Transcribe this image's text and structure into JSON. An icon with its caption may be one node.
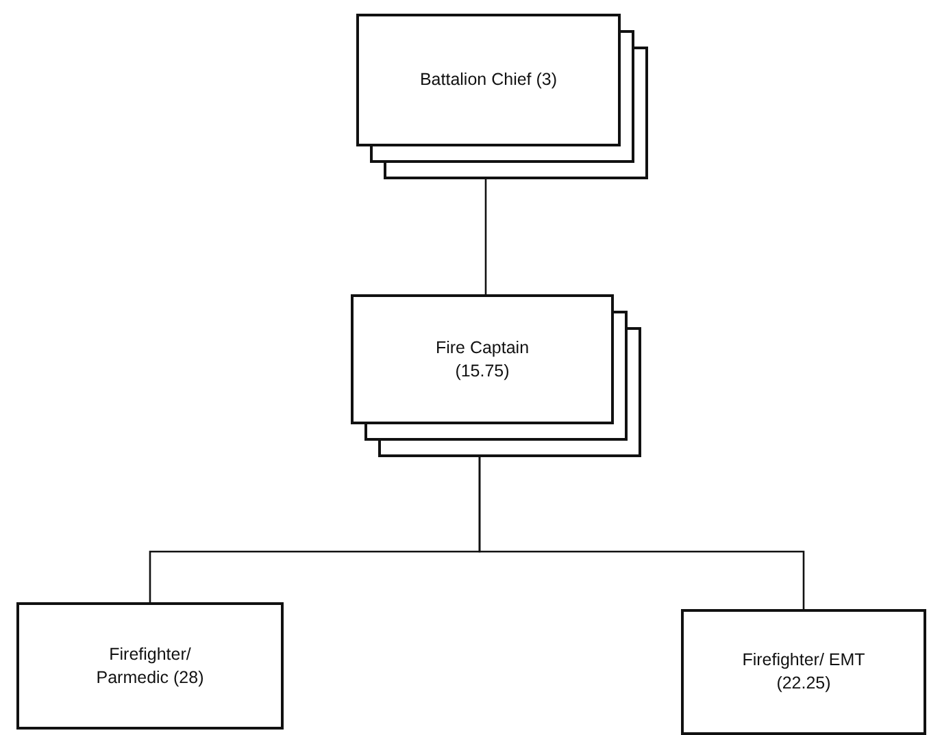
{
  "diagram": {
    "nodes": [
      {
        "text": [
          "Battalion Chief (3)"
        ]
      },
      {
        "text": [
          "Fire Captain (15.75)"
        ]
      },
      {
        "text": [
          "Firefighter/ Parmedic (28)"
        ]
      },
      {
        "text": [
          "Firefighter/ EMT (22.25)"
        ]
      }
    ],
    "edges": [
      {
        "from": 0,
        "to": 1,
        "arrow": "none"
      },
      {
        "from": 1,
        "to": 2,
        "arrow": "none"
      },
      {
        "from": 1,
        "to": 3,
        "arrow": "none"
      }
    ]
  }
}
